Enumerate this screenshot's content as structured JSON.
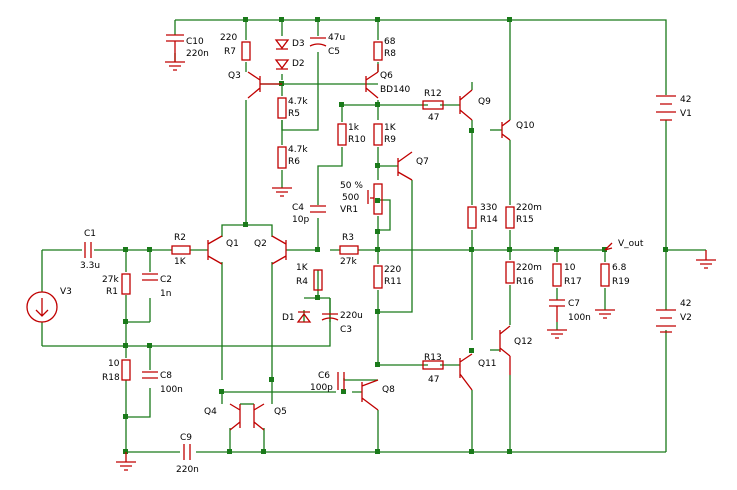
{
  "components": {
    "C10": {
      "ref": "C10",
      "value": "220n"
    },
    "R7": {
      "ref": "R7",
      "value": "220"
    },
    "D3": {
      "ref": "D3"
    },
    "D2": {
      "ref": "D2"
    },
    "C5": {
      "ref": "C5",
      "value": "47u"
    },
    "R8": {
      "ref": "R8",
      "value": "68"
    },
    "Q3": {
      "ref": "Q3"
    },
    "Q6": {
      "ref": "Q6",
      "value": "BD140"
    },
    "R5": {
      "ref": "R5",
      "value": "4.7k"
    },
    "R6": {
      "ref": "R6",
      "value": "4.7k"
    },
    "R12": {
      "ref": "R12",
      "value": "47"
    },
    "Q9": {
      "ref": "Q9"
    },
    "Q10": {
      "ref": "Q10"
    },
    "R10": {
      "ref": "R10",
      "value": "1k"
    },
    "R9": {
      "ref": "R9",
      "value": "1K"
    },
    "Q7": {
      "ref": "Q7"
    },
    "VR1": {
      "ref": "VR1",
      "value": "500",
      "setting": "50 %"
    },
    "C4": {
      "ref": "C4",
      "value": "10p"
    },
    "C1": {
      "ref": "C1",
      "value": "3.3u"
    },
    "R2": {
      "ref": "R2",
      "value": "1K"
    },
    "Q1": {
      "ref": "Q1"
    },
    "Q2": {
      "ref": "Q2"
    },
    "R3": {
      "ref": "R3",
      "value": "27k"
    },
    "R14": {
      "ref": "R14",
      "value": "330"
    },
    "R15": {
      "ref": "R15",
      "value": "220m"
    },
    "R1": {
      "ref": "R1",
      "value": "27k"
    },
    "C2": {
      "ref": "C2",
      "value": "1n"
    },
    "R4": {
      "ref": "R4",
      "value": "1K"
    },
    "R11": {
      "ref": "R11",
      "value": "220"
    },
    "R16": {
      "ref": "R16",
      "value": "220m"
    },
    "R17": {
      "ref": "R17",
      "value": "10"
    },
    "C7": {
      "ref": "C7",
      "value": "100n"
    },
    "R19": {
      "ref": "R19",
      "value": "6.8"
    },
    "V3": {
      "ref": "V3"
    },
    "D1": {
      "ref": "D1"
    },
    "C3": {
      "ref": "C3",
      "value": "220u"
    },
    "Q12": {
      "ref": "Q12"
    },
    "R18": {
      "ref": "R18",
      "value": "10"
    },
    "C8": {
      "ref": "C8",
      "value": "100n"
    },
    "R13": {
      "ref": "R13",
      "value": "47"
    },
    "C6": {
      "ref": "C6",
      "value": "100p"
    },
    "Q8": {
      "ref": "Q8"
    },
    "Q11": {
      "ref": "Q11"
    },
    "Q4": {
      "ref": "Q4"
    },
    "Q5": {
      "ref": "Q5"
    },
    "C9": {
      "ref": "C9",
      "value": "220n"
    },
    "V1": {
      "ref": "V1",
      "value": "42"
    },
    "V2": {
      "ref": "V2",
      "value": "42"
    }
  },
  "nets": {
    "output": "V_out"
  }
}
